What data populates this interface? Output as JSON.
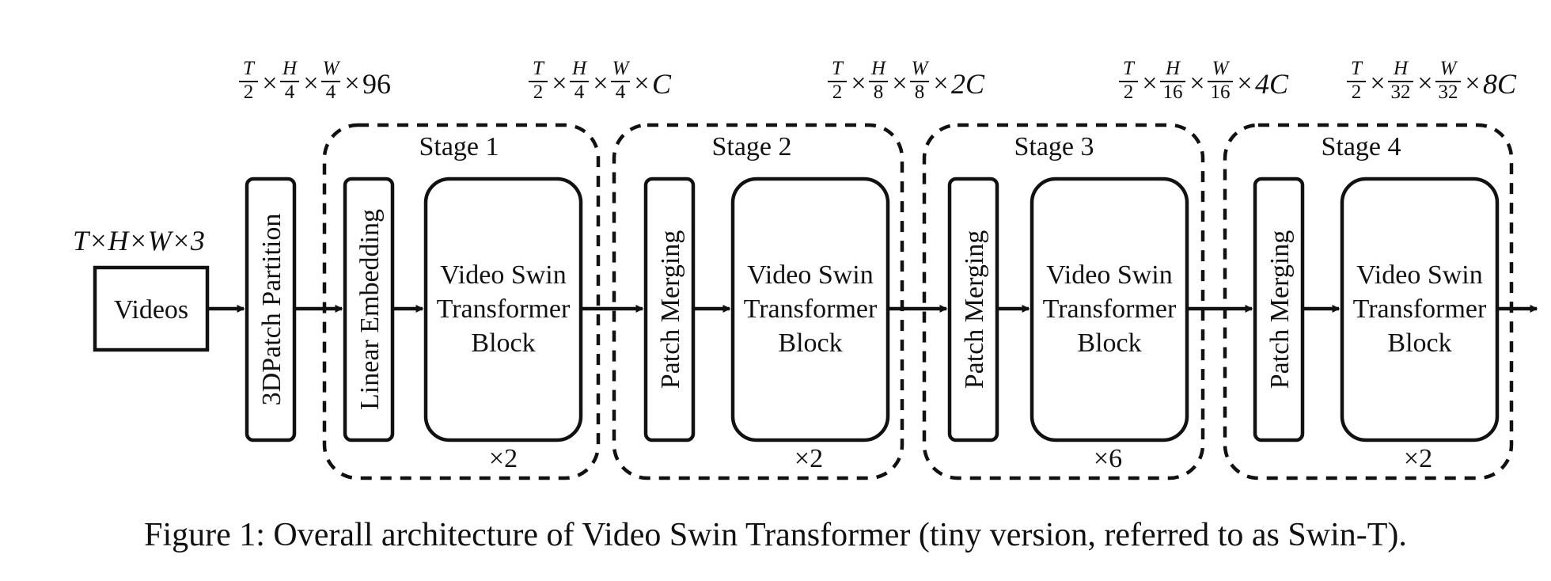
{
  "figure": {
    "input_shape": "T×H×W×3",
    "videos_label": "Videos",
    "patch_partition_label": "3DPatch Partition",
    "linear_embedding_label": "Linear Embedding",
    "patch_merging_label": "Patch Merging",
    "block_label_lines": [
      "Video Swin",
      "Transformer",
      "Block"
    ],
    "dimension_labels": [
      {
        "t": "T",
        "t_den": "2",
        "h": "H",
        "h_den": "4",
        "w": "W",
        "w_den": "4",
        "ch": "96"
      },
      {
        "t": "T",
        "t_den": "2",
        "h": "H",
        "h_den": "4",
        "w": "W",
        "w_den": "4",
        "ch": "C"
      },
      {
        "t": "T",
        "t_den": "2",
        "h": "H",
        "h_den": "8",
        "w": "W",
        "w_den": "8",
        "ch": "2C"
      },
      {
        "t": "T",
        "t_den": "2",
        "h": "H",
        "h_den": "16",
        "w": "W",
        "w_den": "16",
        "ch": "4C"
      },
      {
        "t": "T",
        "t_den": "2",
        "h": "H",
        "h_den": "32",
        "w": "W",
        "w_den": "32",
        "ch": "8C"
      }
    ],
    "stages": [
      {
        "title": "Stage 1",
        "repeat": "×2"
      },
      {
        "title": "Stage 2",
        "repeat": "×2"
      },
      {
        "title": "Stage 3",
        "repeat": "×6"
      },
      {
        "title": "Stage 4",
        "repeat": "×2"
      }
    ]
  },
  "caption": "Figure 1: Overall architecture of Video Swin Transformer (tiny version, referred to as Swin-T)."
}
